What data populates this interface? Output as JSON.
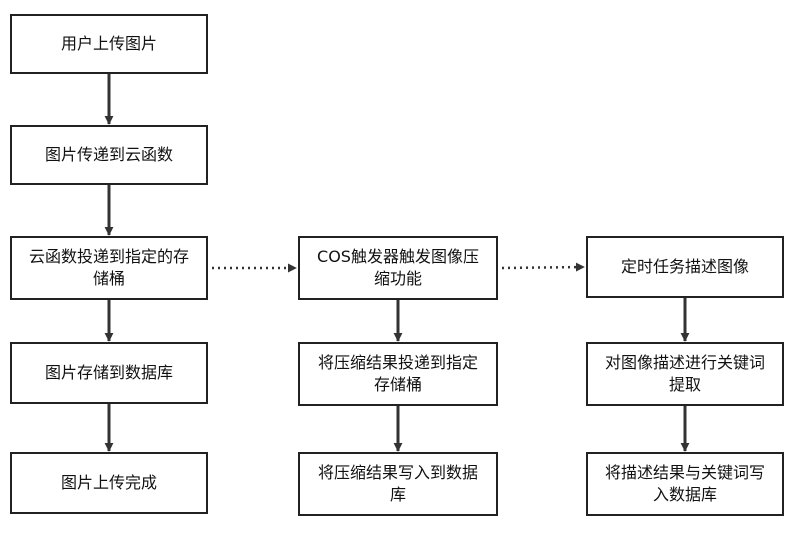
{
  "diagram": {
    "nodes": [
      {
        "id": "n1",
        "label": "用户上传图片"
      },
      {
        "id": "n2",
        "label": "图片传递到云函数"
      },
      {
        "id": "n3",
        "label": "云函数投递到指定的存储桶"
      },
      {
        "id": "n4",
        "label": "图片存储到数据库"
      },
      {
        "id": "n5",
        "label": "图片上传完成"
      },
      {
        "id": "m1",
        "label": "COS触发器触发图像压缩功能"
      },
      {
        "id": "m2",
        "label": "将压缩结果投递到指定存储桶"
      },
      {
        "id": "m3",
        "label": "将压缩结果写入到数据库"
      },
      {
        "id": "r1",
        "label": "定时任务描述图像"
      },
      {
        "id": "r2",
        "label": "对图像描述进行关键词提取"
      },
      {
        "id": "r3",
        "label": "将描述结果与关键词写入数据库"
      }
    ],
    "edges": [
      {
        "from": "n1",
        "to": "n2",
        "style": "solid"
      },
      {
        "from": "n2",
        "to": "n3",
        "style": "solid"
      },
      {
        "from": "n3",
        "to": "n4",
        "style": "solid"
      },
      {
        "from": "n4",
        "to": "n5",
        "style": "solid"
      },
      {
        "from": "n3",
        "to": "m1",
        "style": "dotted"
      },
      {
        "from": "m1",
        "to": "m2",
        "style": "solid"
      },
      {
        "from": "m2",
        "to": "m3",
        "style": "solid"
      },
      {
        "from": "m1",
        "to": "r1",
        "style": "dotted"
      },
      {
        "from": "r1",
        "to": "r2",
        "style": "solid"
      },
      {
        "from": "r2",
        "to": "r3",
        "style": "solid"
      }
    ]
  }
}
